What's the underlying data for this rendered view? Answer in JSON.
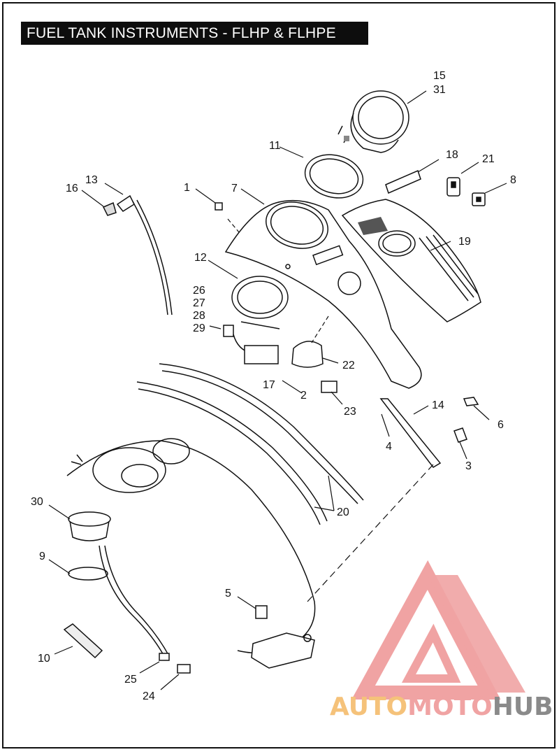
{
  "title": "FUEL TANK INSTRUMENTS - FLHP & FLHPE",
  "callouts": {
    "c1": "1",
    "c2": "2",
    "c3": "3",
    "c4": "4",
    "c5": "5",
    "c6": "6",
    "c7": "7",
    "c8": "8",
    "c9": "9",
    "c10": "10",
    "c11": "11",
    "c12": "12",
    "c13": "13",
    "c14": "14",
    "c15": "15",
    "c16": "16",
    "c17": "17",
    "c18": "18",
    "c19": "19",
    "c20": "20",
    "c21": "21",
    "c22": "22",
    "c23": "23",
    "c24": "24",
    "c25": "25",
    "c26": "26",
    "c27": "27",
    "c28": "28",
    "c29": "29",
    "c30": "30",
    "c31": "31"
  },
  "watermark": {
    "part1": "AUTO",
    "part2": "MOTO",
    "part3": "HUB"
  },
  "colors": {
    "watermark_red": "#f0a3a3",
    "watermark_yellow": "#f5c27a",
    "watermark_grey": "#8a8a8a"
  }
}
